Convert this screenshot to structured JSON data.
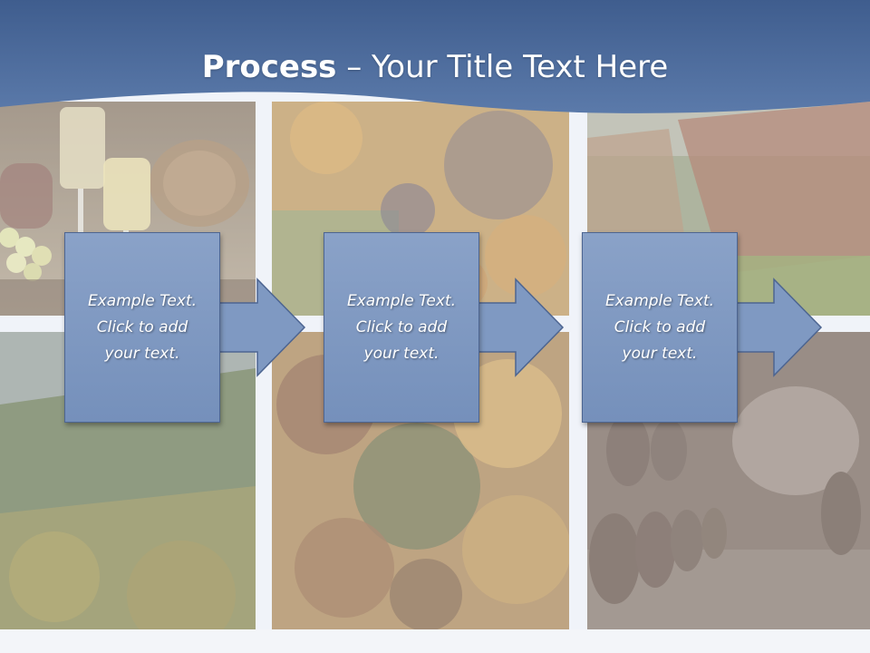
{
  "slide": {
    "title_bold": "Process",
    "title_rest": " – Your Title Text Here",
    "colors": {
      "header_blue": "#4b6897",
      "box_fill": "#7f99c2",
      "box_border": "#4d6591",
      "text": "#ffffff"
    }
  },
  "steps": [
    {
      "line1": "Example Text.",
      "line2": "Click  to add",
      "line3": "your text."
    },
    {
      "line1": "Example Text.",
      "line2": "Click  to add",
      "line3": "your text."
    },
    {
      "line1": "Example Text.",
      "line2": "Click  to add",
      "line3": "your text."
    }
  ]
}
